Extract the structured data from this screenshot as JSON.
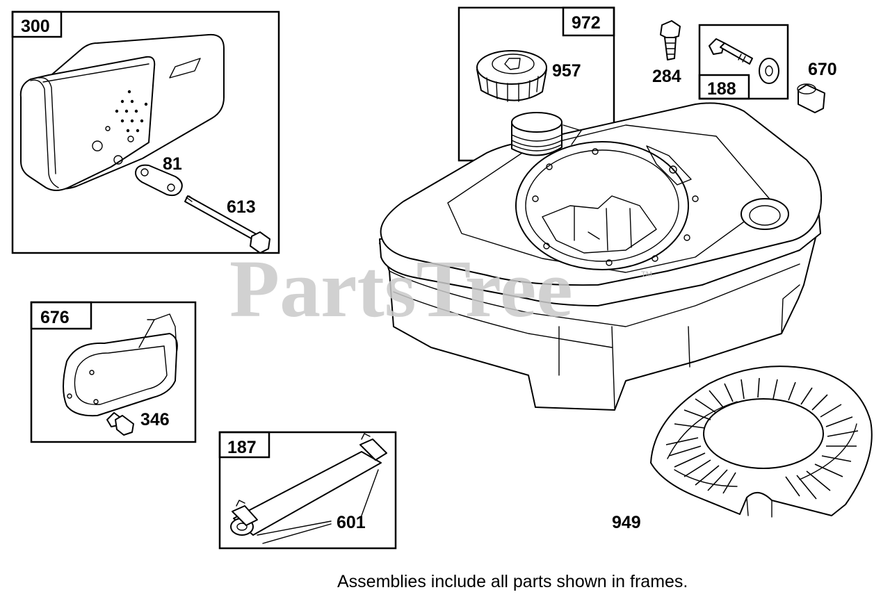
{
  "watermark": {
    "text": "PartsTree",
    "trademark": "TM"
  },
  "footer_note": "Assemblies include all parts shown in frames.",
  "frames": {
    "muffler_assembly": "300",
    "fuel_cap_assembly": "972",
    "screw_assembly": "188",
    "muffler_guard_assembly": "676",
    "fuel_line_assembly": "187"
  },
  "parts": {
    "fuel_cap": "957",
    "screw": "284",
    "spacer": "670",
    "muffler_gasket": "81",
    "muffler_screw": "613",
    "guard_screw": "346",
    "hose_clamp": "601",
    "blower_housing": "949"
  },
  "colors": {
    "line": "#000000",
    "background": "#ffffff",
    "watermark": "#c9c9c9"
  }
}
